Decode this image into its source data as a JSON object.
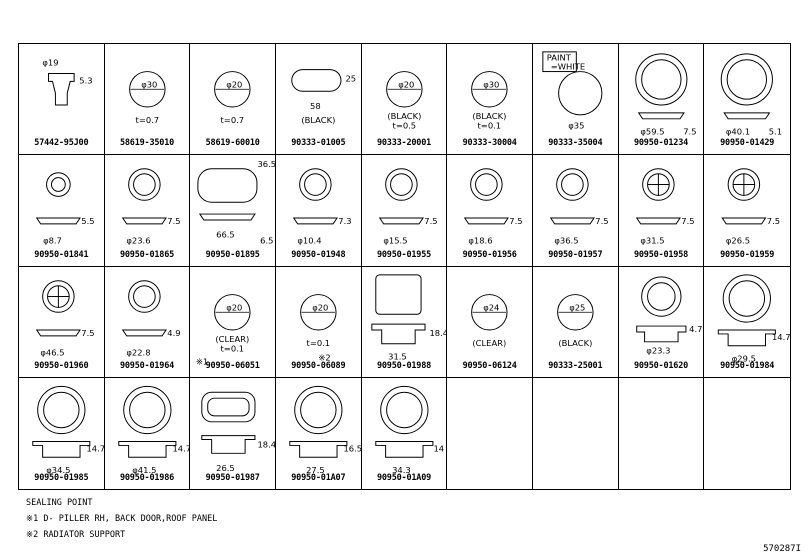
{
  "parts": [
    {
      "pn": "57442-95J00",
      "dims": [
        "φ19",
        "5.3"
      ]
    },
    {
      "pn": "58619-35010",
      "dims": [
        "φ30",
        "t=0.7"
      ]
    },
    {
      "pn": "58619-60010",
      "dims": [
        "φ20",
        "t=0.7"
      ]
    },
    {
      "pn": "90333-01005",
      "dims": [
        "25",
        "58",
        "(BLACK)"
      ]
    },
    {
      "pn": "90333-20001",
      "dims": [
        "φ20",
        "(BLACK)",
        "t=0.5"
      ]
    },
    {
      "pn": "90333-30004",
      "dims": [
        "φ30",
        "(BLACK)",
        "t=0.1"
      ]
    },
    {
      "pn": "90333-35004",
      "dims": [
        "PAINT",
        "=WHITE",
        "φ35"
      ]
    },
    {
      "pn": "90950-01234",
      "dims": [
        "φ59.5",
        "7.5"
      ]
    },
    {
      "pn": "90950-01429",
      "dims": [
        "φ40.1",
        "5.1"
      ]
    },
    {
      "pn": "90950-01841",
      "dims": [
        "5.5",
        "φ8.7"
      ]
    },
    {
      "pn": "90950-01865",
      "dims": [
        "7.5",
        "φ23.6"
      ]
    },
    {
      "pn": "90950-01895",
      "dims": [
        "36.5",
        "66.5",
        "6.5"
      ]
    },
    {
      "pn": "90950-01948",
      "dims": [
        "7.3",
        "φ10.4"
      ]
    },
    {
      "pn": "90950-01955",
      "dims": [
        "7.5",
        "φ15.5"
      ]
    },
    {
      "pn": "90950-01956",
      "dims": [
        "7.5",
        "φ18.6"
      ]
    },
    {
      "pn": "90950-01957",
      "dims": [
        "7.5",
        "φ36.5"
      ]
    },
    {
      "pn": "90950-01958",
      "dims": [
        "7.5",
        "φ31.5"
      ]
    },
    {
      "pn": "90950-01959",
      "dims": [
        "7.5",
        "φ26.5"
      ]
    },
    {
      "pn": "90950-01960",
      "dims": [
        "7.5",
        "φ46.5"
      ]
    },
    {
      "pn": "90950-01964",
      "dims": [
        "4.9",
        "φ22.8"
      ]
    },
    {
      "pn": "90950-06051",
      "dims": [
        "φ20",
        "(CLEAR)",
        "t=0.1",
        "※1"
      ]
    },
    {
      "pn": "90950-06089",
      "dims": [
        "φ20",
        "t=0.1",
        "※2"
      ]
    },
    {
      "pn": "90950-01988",
      "dims": [
        "18.4",
        "31.5"
      ]
    },
    {
      "pn": "90950-06124",
      "dims": [
        "φ24",
        "(CLEAR)"
      ]
    },
    {
      "pn": "90333-25001",
      "dims": [
        "φ25",
        "(BLACK)"
      ]
    },
    {
      "pn": "90950-01620",
      "dims": [
        "4.7",
        "φ23.3"
      ]
    },
    {
      "pn": "90950-01984",
      "dims": [
        "14.7",
        "φ29.5"
      ]
    },
    {
      "pn": "90950-01985",
      "dims": [
        "14.7",
        "φ34.5"
      ]
    },
    {
      "pn": "90950-01986",
      "dims": [
        "14.7",
        "φ41.5"
      ]
    },
    {
      "pn": "90950-01987",
      "dims": [
        "18.4",
        "26.5"
      ]
    },
    {
      "pn": "90950-01A07",
      "dims": [
        "16.5",
        "27.5"
      ]
    },
    {
      "pn": "90950-01A09",
      "dims": [
        "14",
        "34.3"
      ]
    },
    {
      "pn": "",
      "dims": []
    },
    {
      "pn": "",
      "dims": []
    },
    {
      "pn": "",
      "dims": []
    },
    {
      "pn": "",
      "dims": []
    }
  ],
  "footer": {
    "title": "SEALING POINT",
    "note1": "※1  D- PILLER RH, BACK DOOR,ROOF PANEL",
    "note2": "※2  RADIATOR SUPPORT"
  },
  "ref": "570287I"
}
